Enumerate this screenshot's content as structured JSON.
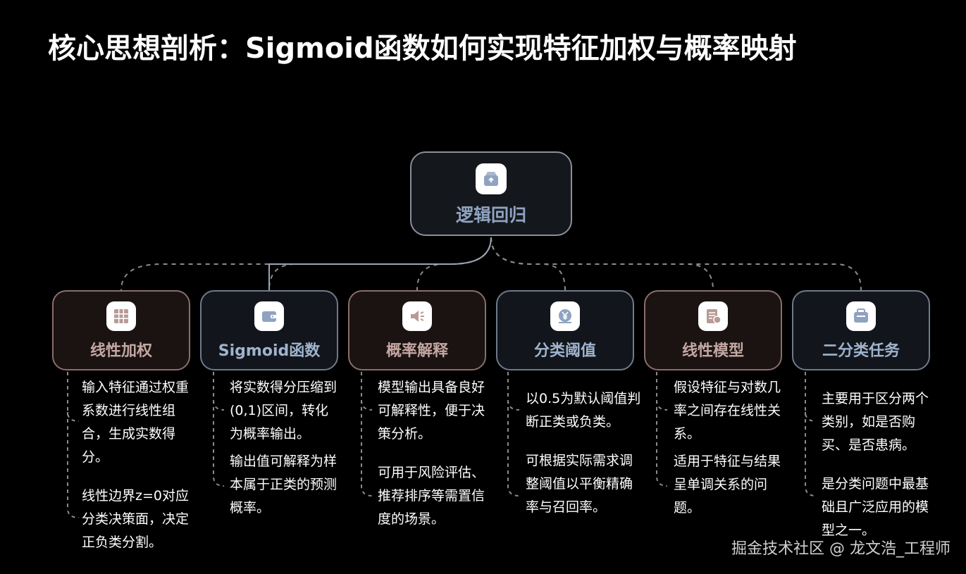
{
  "title": "核心思想剖析：Sigmoid函数如何实现特征加权与概率映射",
  "root": {
    "label": "逻辑回归",
    "icon": "box-icon"
  },
  "children": [
    {
      "label": "线性加权",
      "icon": "grid-icon",
      "details": [
        "输入特征通过权重系数进行线性组合，生成实数得分。",
        "线性边界z=0对应分类决策面，决定正负类分割。"
      ]
    },
    {
      "label": "Sigmoid函数",
      "icon": "wallet-icon",
      "details": [
        "将实数得分压缩到(0,1)区间，转化为概率输出。",
        "输出值可解释为样本属于正类的预测概率。"
      ]
    },
    {
      "label": "概率解释",
      "icon": "speaker-icon",
      "details": [
        "模型输出具备良好可解释性，便于决策分析。",
        "可用于风险评估、推荐排序等需置信度的场景。"
      ]
    },
    {
      "label": "分类阈值",
      "icon": "yen-icon",
      "details": [
        "以0.5为默认阈值判断正类或负类。",
        "可根据实际需求调整阈值以平衡精确率与召回率。"
      ]
    },
    {
      "label": "线性模型",
      "icon": "document-icon",
      "details": [
        "假设特征与对数几率之间存在线性关系。",
        "适用于特征与结果呈单调关系的问题。"
      ]
    },
    {
      "label": "二分类任务",
      "icon": "basket-icon",
      "details": [
        "主要用于区分两个类别，如是否购买、是否患病。",
        "是分类问题中最基础且广泛应用的模型之一。"
      ]
    }
  ],
  "watermark": "掘金技术社区 @ 龙文浩_工程师",
  "colors": {
    "background": "#000000",
    "root_label": "#8fa3c0",
    "warm_label": "#c4a7a2",
    "cool_label": "#9fb3cc",
    "connector": "#8a8a8a"
  }
}
